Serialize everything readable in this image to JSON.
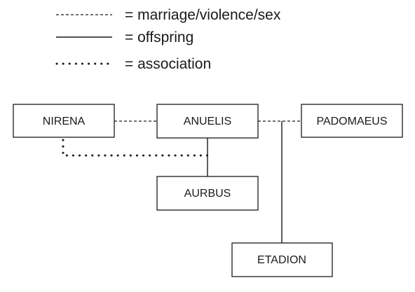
{
  "legend": {
    "marriage": "= marriage/violence/sex",
    "offspring": "= offspring",
    "association": "= association"
  },
  "nodes": {
    "nirena": "NIRENA",
    "anuelis": "ANUELIS",
    "padomaeus": "PADOMAEUS",
    "aurbus": "AURBUS",
    "etadion": "ETADION"
  },
  "relationships": [
    {
      "type": "marriage",
      "from": "NIRENA",
      "to": "ANUELIS"
    },
    {
      "type": "marriage",
      "from": "ANUELIS",
      "to": "PADOMAEUS"
    },
    {
      "type": "offspring",
      "from": "ANUELIS",
      "to": "AURBUS"
    },
    {
      "type": "association",
      "from": "NIRENA",
      "to": "AURBUS"
    },
    {
      "type": "offspring",
      "from": "ANUELIS-PADOMAEUS",
      "to": "ETADION"
    }
  ]
}
